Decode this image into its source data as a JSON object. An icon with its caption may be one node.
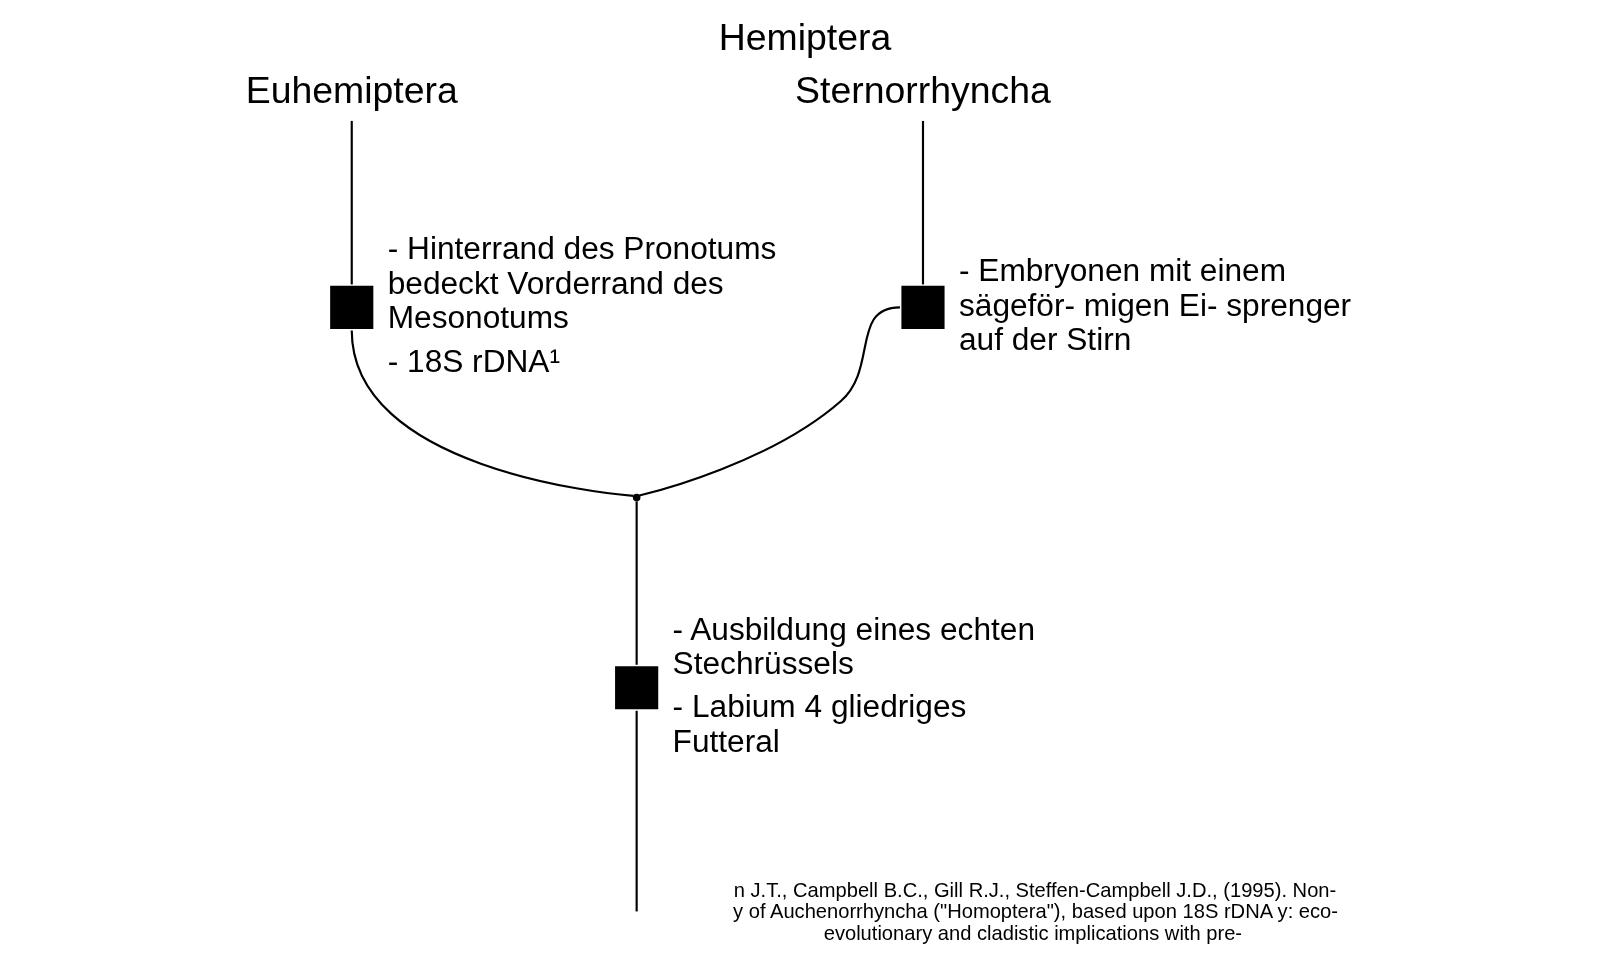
{
  "diagram": {
    "title": "Hemiptera",
    "nodes": [
      {
        "text": [
          "Euhemiptera"
        ]
      },
      {
        "text": [
          "Sternorrhyncha"
        ]
      },
      {
        "text": [],
        "shape": "box",
        "beside": [
          "- Hinterrand des Pronotums bedeckt Vorderrand des Mesonotums",
          "- 18S rDNA¹"
        ]
      },
      {
        "text": [],
        "shape": "box",
        "beside": [
          "- Embryonen mit einem sägeför- migen Ei- sprenger auf der Stirn"
        ]
      },
      {
        "text": [],
        "shape": "point"
      },
      {
        "text": [],
        "shape": "box",
        "beside": [
          "- Ausbildung eines echten Stechrüssels",
          "- Labium 4 gliedriges Futteral"
        ]
      }
    ],
    "edges": [
      {
        "from": 2,
        "to": 0,
        "arrow": "none"
      },
      {
        "from": 4,
        "to": 2,
        "arrow": "none"
      },
      {
        "from": 3,
        "to": 1,
        "arrow": "none"
      },
      {
        "from": 4,
        "to": 3,
        "arrow": "none"
      },
      {
        "from": 5,
        "to": 4,
        "arrow": "none"
      },
      {
        "from": null,
        "to": 5,
        "arrow": "none"
      }
    ],
    "labels": [
      "n J.T., Campbell B.C., Gill R.J., Steffen-Campbell J.D., (1995). Non- y of Auchenorrhyncha (\"Homoptera\"), based upon 18S rDNA y: eco-evolutionary and cladistic implications with pre-"
    ]
  }
}
